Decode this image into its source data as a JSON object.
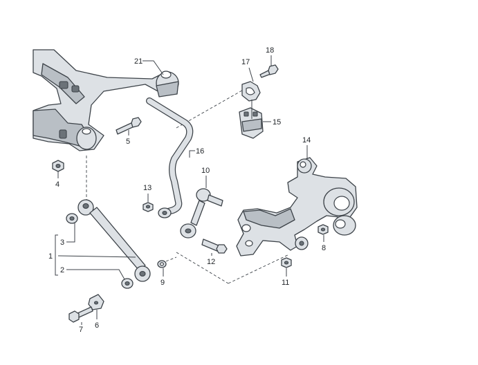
{
  "callouts": {
    "c1": "1",
    "c2": "2",
    "c3": "3",
    "c4": "4",
    "c5": "5",
    "c6": "6",
    "c7": "7",
    "c8": "8",
    "c9": "9",
    "c10": "10",
    "c11": "11",
    "c12": "12",
    "c13": "13",
    "c14": "14",
    "c15": "15",
    "c16": "16",
    "c17": "17",
    "c18": "18",
    "c21": "21"
  },
  "colors": {
    "part_fill": "#dde1e5",
    "part_shadow": "#b9bfc5",
    "outline": "#3c4248"
  }
}
